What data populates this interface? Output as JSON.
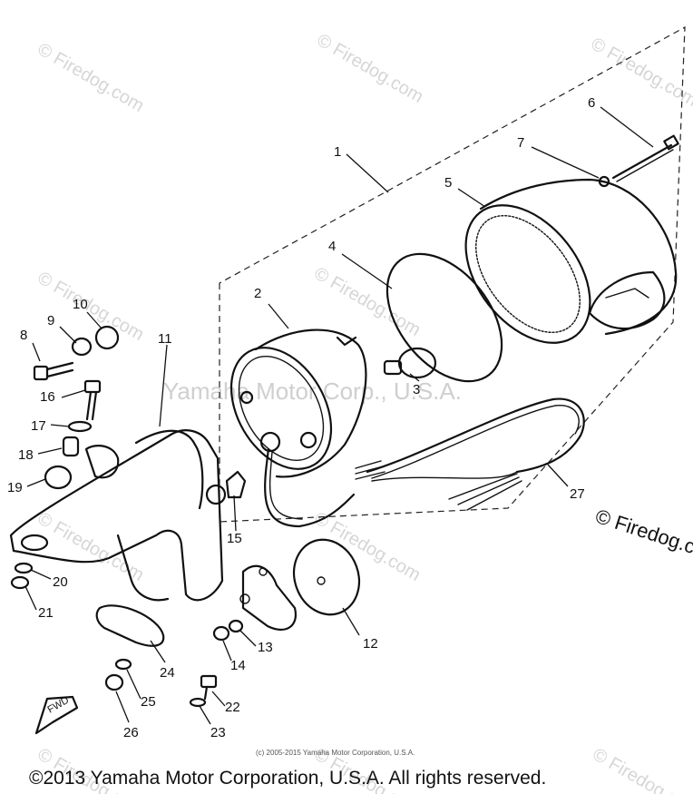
{
  "watermark": {
    "text": "© Firedog.com",
    "center_text": "Yamaha Motor Corp., U.S.A.",
    "edge_text": "© Firedog.c"
  },
  "labels": {
    "p1": "1",
    "p2": "2",
    "p3": "3",
    "p4": "4",
    "p5": "5",
    "p6": "6",
    "p7": "7",
    "p8": "8",
    "p9": "9",
    "p10": "10",
    "p11": "11",
    "p12": "12",
    "p13": "13",
    "p14": "14",
    "p15": "15",
    "p16": "16",
    "p17": "17",
    "p18": "18",
    "p19": "19",
    "p20": "20",
    "p21": "21",
    "p22": "22",
    "p23": "23",
    "p24": "24",
    "p25": "25",
    "p26": "26",
    "p27": "27"
  },
  "fwd_label": "FWD",
  "small_copyright": "(c) 2005-2015 Yamaha Motor Corporation, U.S.A.",
  "footer": "©2013 Yamaha Motor Corporation, U.S.A. All rights reserved."
}
